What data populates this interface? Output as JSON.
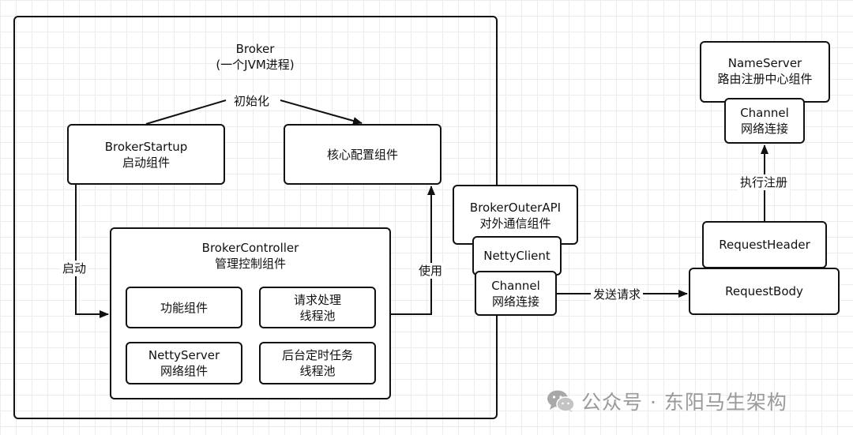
{
  "broker": {
    "title_line1": "Broker",
    "title_line2": "(一个JVM进程)",
    "init_label": "初始化",
    "startup": {
      "line1": "BrokerStartup",
      "line2": "启动组件"
    },
    "core_config": {
      "line1": "核心配置组件"
    },
    "start_label": "启动",
    "use_label": "使用",
    "controller": {
      "title_line1": "BrokerController",
      "title_line2": "管理控制组件",
      "function": {
        "line1": "功能组件"
      },
      "request_pool": {
        "line1": "请求处理",
        "line2": "线程池"
      },
      "netty_server": {
        "line1": "NettyServer",
        "line2": "网络组件"
      },
      "scheduled_pool": {
        "line1": "后台定时任务",
        "line2": "线程池"
      }
    }
  },
  "outer_api": {
    "line1": "BrokerOuterAPI",
    "line2": "对外通信组件",
    "netty_client": "NettyClient",
    "channel": {
      "line1": "Channel",
      "line2": "网络连接"
    }
  },
  "send_label": "发送请求",
  "request": {
    "header": "RequestHeader",
    "body": "RequestBody"
  },
  "register_label": "执行注册",
  "nameserver": {
    "line1": "NameServer",
    "line2": "路由注册中心组件",
    "channel": {
      "line1": "Channel",
      "line2": "网络连接"
    }
  },
  "watermark": {
    "text": "公众号 · 东阳马生架构",
    "icon": "wechat-icon"
  }
}
